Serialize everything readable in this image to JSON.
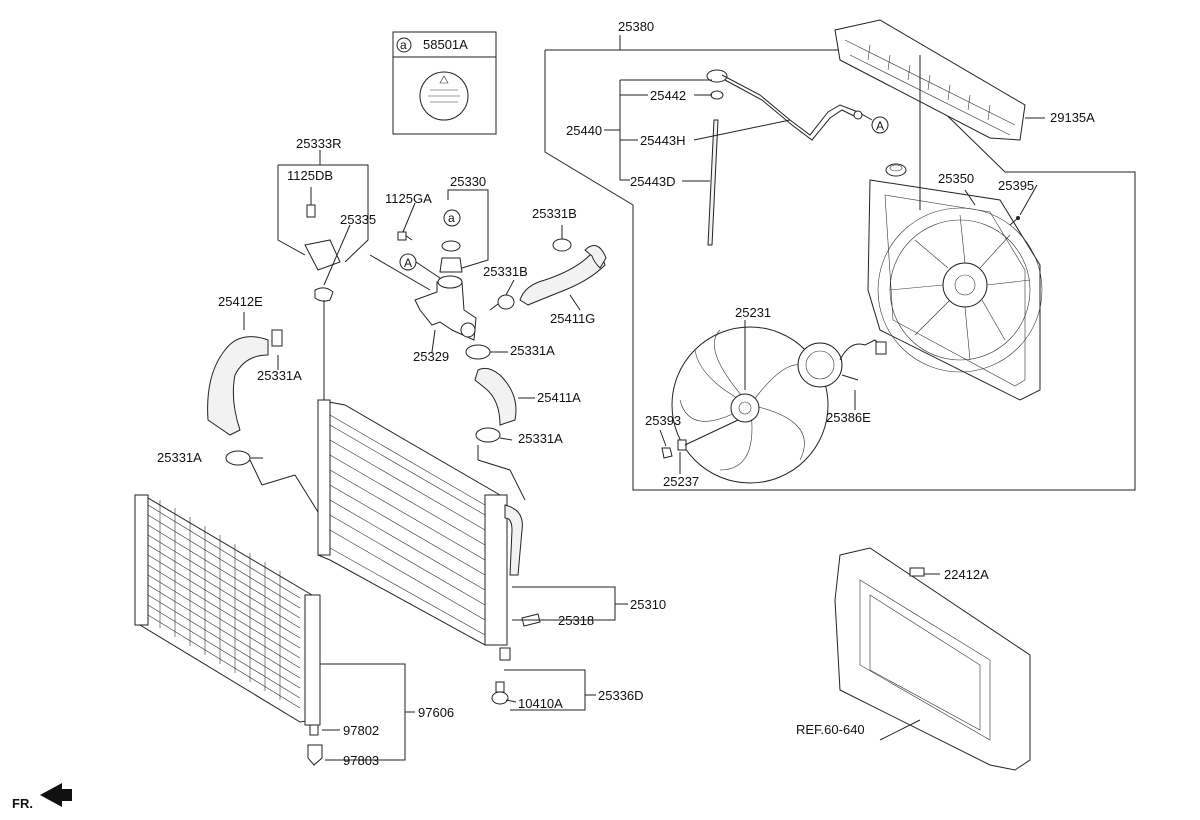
{
  "diagram": {
    "labels": {
      "l25380": "25380",
      "l29135A": "29135A",
      "l25442": "25442",
      "l25440": "25440",
      "l25443H": "25443H",
      "l25443D": "25443D",
      "l25350": "25350",
      "l25395": "25395",
      "l25231": "25231",
      "l25386E": "25386E",
      "l25393": "25393",
      "l25237": "25237",
      "l58501A": "58501A",
      "l25333R": "25333R",
      "l1125DB": "1125DB",
      "l25335": "25335",
      "l1125GA": "1125GA",
      "l25330": "25330",
      "l25331B_1": "25331B",
      "l25331B_2": "25331B",
      "l25411G": "25411G",
      "l25412E": "25412E",
      "l25329": "25329",
      "l25331A_1": "25331A",
      "l25331A_2": "25331A",
      "l25411A": "25411A",
      "l25331A_3": "25331A",
      "l25331A_4": "25331A",
      "l25310": "25310",
      "l25318": "25318",
      "l25336D": "25336D",
      "l10410A": "10410A",
      "l97606": "97606",
      "l97802": "97802",
      "l97803": "97803",
      "l22412A": "22412A",
      "lREF": "REF.60-640",
      "lFR": "FR."
    },
    "markers": {
      "circle_a_box": "a",
      "circle_a_330": "a",
      "circle_A_hose": "A",
      "circle_A_neck": "A"
    }
  }
}
